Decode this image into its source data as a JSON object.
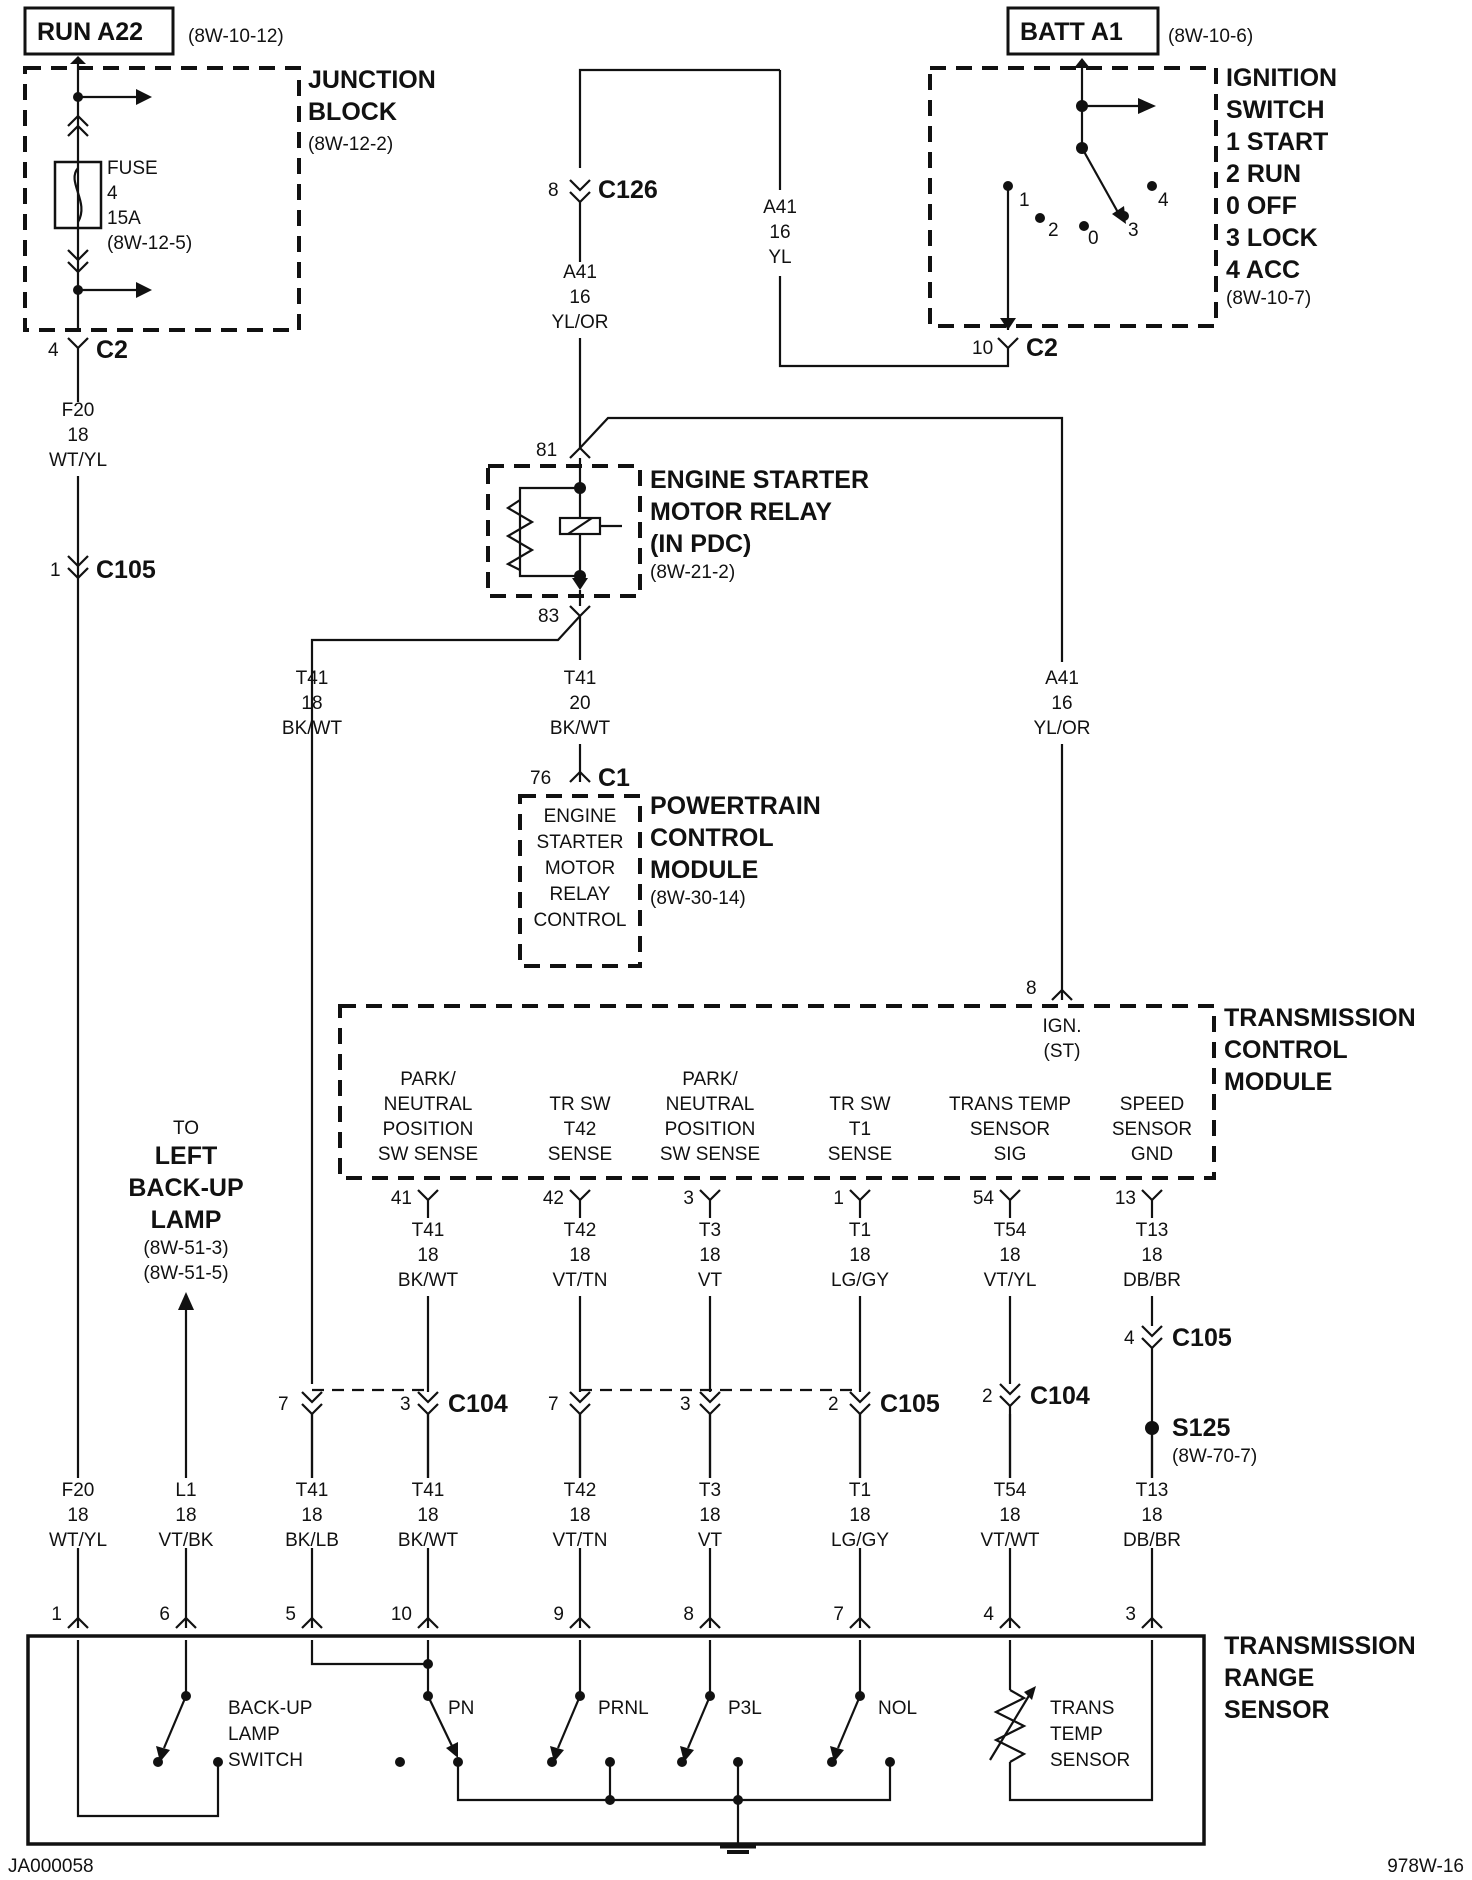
{
  "power_sources": {
    "run": {
      "label": "RUN A22",
      "ref": "(8W-10-12)"
    },
    "batt": {
      "label": "BATT A1",
      "ref": "(8W-10-6)"
    }
  },
  "junction_block": {
    "title_line1": "JUNCTION",
    "title_line2": "BLOCK",
    "ref": "(8W-12-2)",
    "fuse_lines": [
      "FUSE",
      "4",
      "15A",
      "(8W-12-5)"
    ]
  },
  "ignition_switch": {
    "title_lines": [
      "IGNITION",
      "SWITCH",
      "1 START",
      "2 RUN",
      "0 OFF",
      "3 LOCK",
      "4 ACC"
    ],
    "ref": "(8W-10-7)",
    "positions": [
      "1",
      "2",
      "0",
      "3",
      "4"
    ]
  },
  "relay": {
    "title_lines": [
      "ENGINE STARTER",
      "MOTOR RELAY",
      "(IN PDC)"
    ],
    "ref": "(8W-21-2)",
    "pin_in": "81",
    "pin_out": "83"
  },
  "pcm": {
    "title_lines": [
      "POWERTRAIN",
      "CONTROL",
      "MODULE"
    ],
    "ref": "(8W-30-14)",
    "inner_lines": [
      "ENGINE",
      "STARTER",
      "MOTOR",
      "RELAY",
      "CONTROL"
    ],
    "pin": "76",
    "connector": "C1"
  },
  "tcm": {
    "title_lines": [
      "TRANSMISSION",
      "CONTROL",
      "MODULE"
    ],
    "ign_pin": "8",
    "ign_lines": [
      "IGN.",
      "(ST)"
    ],
    "inputs": [
      {
        "lines": [
          "PARK/",
          "NEUTRAL",
          "POSITION",
          "SW SENSE"
        ],
        "pin": "41",
        "wire": [
          "T41",
          "18",
          "BK/WT"
        ]
      },
      {
        "lines": [
          "TR SW",
          "T42",
          "SENSE"
        ],
        "pin": "42",
        "wire": [
          "T42",
          "18",
          "VT/TN"
        ]
      },
      {
        "lines": [
          "PARK/",
          "NEUTRAL",
          "POSITION",
          "SW SENSE"
        ],
        "pin": "3",
        "wire": [
          "T3",
          "18",
          "VT"
        ]
      },
      {
        "lines": [
          "TR SW",
          "T1",
          "SENSE"
        ],
        "pin": "1",
        "wire": [
          "T1",
          "18",
          "LG/GY"
        ]
      },
      {
        "lines": [
          "TRANS TEMP",
          "SENSOR",
          "SIG"
        ],
        "pin": "54",
        "wire": [
          "T54",
          "18",
          "VT/YL"
        ]
      },
      {
        "lines": [
          "SPEED",
          "SENSOR",
          "GND"
        ],
        "pin": "13",
        "wire": [
          "T13",
          "18",
          "DB/BR"
        ]
      }
    ]
  },
  "connectors": {
    "c2_left": {
      "pin": "4",
      "name": "C2"
    },
    "c2_right": {
      "pin": "10",
      "name": "C2"
    },
    "c126": {
      "pin": "8",
      "name": "C126"
    },
    "c105_top": {
      "pin": "1",
      "name": "C105"
    },
    "c105_t13": {
      "pin": "4",
      "name": "C105"
    },
    "c104_left_pins": [
      "7",
      "3"
    ],
    "c104_left_name": "C104",
    "c105_mid_pins": [
      "7",
      "3",
      "2"
    ],
    "c105_mid_name": "C105",
    "c104_right": {
      "pin": "2",
      "name": "C104"
    }
  },
  "splice": {
    "name": "S125",
    "ref": "(8W-70-7)"
  },
  "wires": {
    "a41_c126": [
      "A41",
      "16",
      "YL/OR"
    ],
    "a41_ign": [
      "A41",
      "16",
      "YL"
    ],
    "a41_tcm": [
      "A41",
      "16",
      "YL/OR"
    ],
    "f20_top": [
      "F20",
      "18",
      "WT/YL"
    ],
    "t41_left": [
      "T41",
      "18",
      "BK/WT"
    ],
    "t41_pcm": [
      "T41",
      "20",
      "BK/WT"
    ]
  },
  "backup_lamp": {
    "lines": [
      "TO",
      "LEFT",
      "BACK-UP",
      "LAMP"
    ],
    "refs": [
      "(8W-51-3)",
      "(8W-51-5)"
    ]
  },
  "bottom_wires": [
    {
      "wire": [
        "F20",
        "18",
        "WT/YL"
      ],
      "pin": "1"
    },
    {
      "wire": [
        "L1",
        "18",
        "VT/BK"
      ],
      "pin": "6"
    },
    {
      "wire": [
        "T41",
        "18",
        "BK/LB"
      ],
      "pin": "5"
    },
    {
      "wire": [
        "T41",
        "18",
        "BK/WT"
      ],
      "pin": "10"
    },
    {
      "wire": [
        "T42",
        "18",
        "VT/TN"
      ],
      "pin": "9"
    },
    {
      "wire": [
        "T3",
        "18",
        "VT"
      ],
      "pin": "8"
    },
    {
      "wire": [
        "T1",
        "18",
        "LG/GY"
      ],
      "pin": "7"
    },
    {
      "wire": [
        "T54",
        "18",
        "VT/WT"
      ],
      "pin": "4"
    },
    {
      "wire": [
        "T13",
        "18",
        "DB/BR"
      ],
      "pin": "3"
    }
  ],
  "range_sensor": {
    "title_lines": [
      "TRANSMISSION",
      "RANGE",
      "SENSOR"
    ],
    "switches": {
      "backup": [
        "BACK-UP",
        "LAMP",
        "SWITCH"
      ],
      "pn": "PN",
      "prnl": "PRNL",
      "p3l": "P3L",
      "nol": "NOL",
      "temp": [
        "TRANS",
        "TEMP",
        "SENSOR"
      ]
    }
  },
  "footer": {
    "left": "JA000058",
    "right": "978W-16"
  }
}
